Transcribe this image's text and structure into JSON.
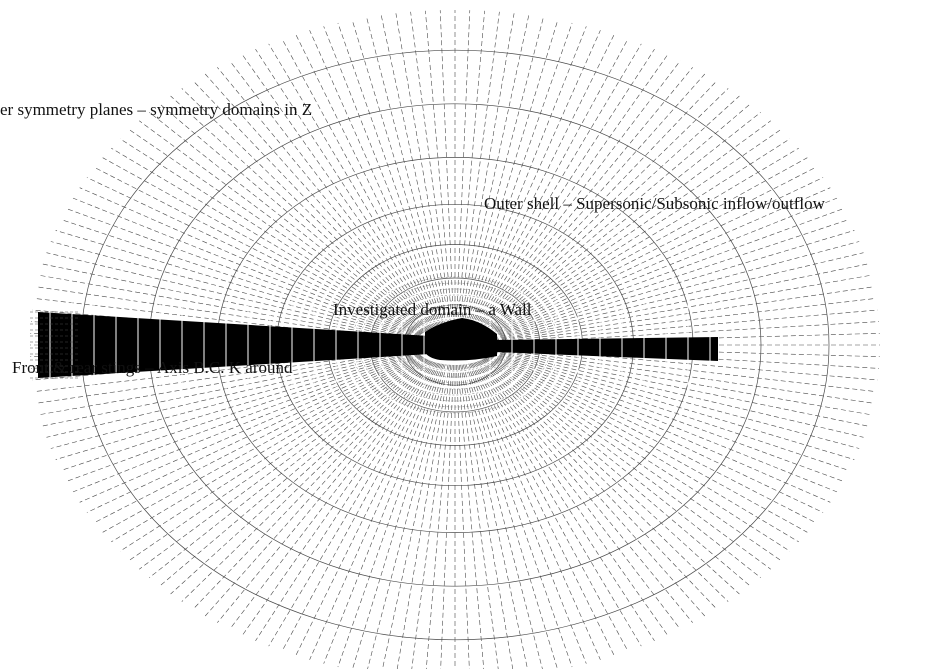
{
  "diagram": {
    "labels": {
      "symmetry_planes": "er symmetry planes – symmetry domains in Z",
      "outer_shell": "Outer shell – Supersonic/Subsonic inflow/outflow",
      "investigated_domain": "Investigated domain – a Wall",
      "stings": "Front & rear stings – Axis B.C. K around"
    },
    "colors": {
      "mesh_lines": "#4a4a4a",
      "body": "#000000",
      "background": "#ffffff"
    }
  }
}
